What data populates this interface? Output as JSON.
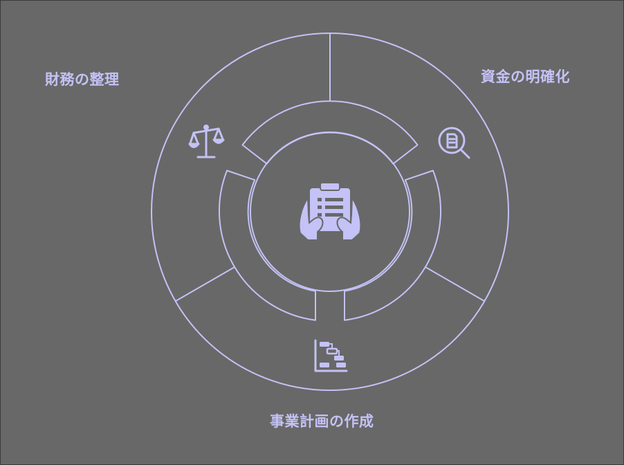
{
  "diagram": {
    "segments": [
      {
        "id": "finance",
        "label": "財務の整理",
        "icon": "scale-icon"
      },
      {
        "id": "funds",
        "label": "資金の明確化",
        "icon": "magnifier-document-icon"
      },
      {
        "id": "plan",
        "label": "事業計画の作成",
        "icon": "gantt-chart-icon"
      }
    ],
    "center_icon": "hands-holding-clipboard-icon",
    "colors": {
      "background": "#686868",
      "stroke": "#c4c2f6",
      "text": "#c4c2f6"
    }
  }
}
